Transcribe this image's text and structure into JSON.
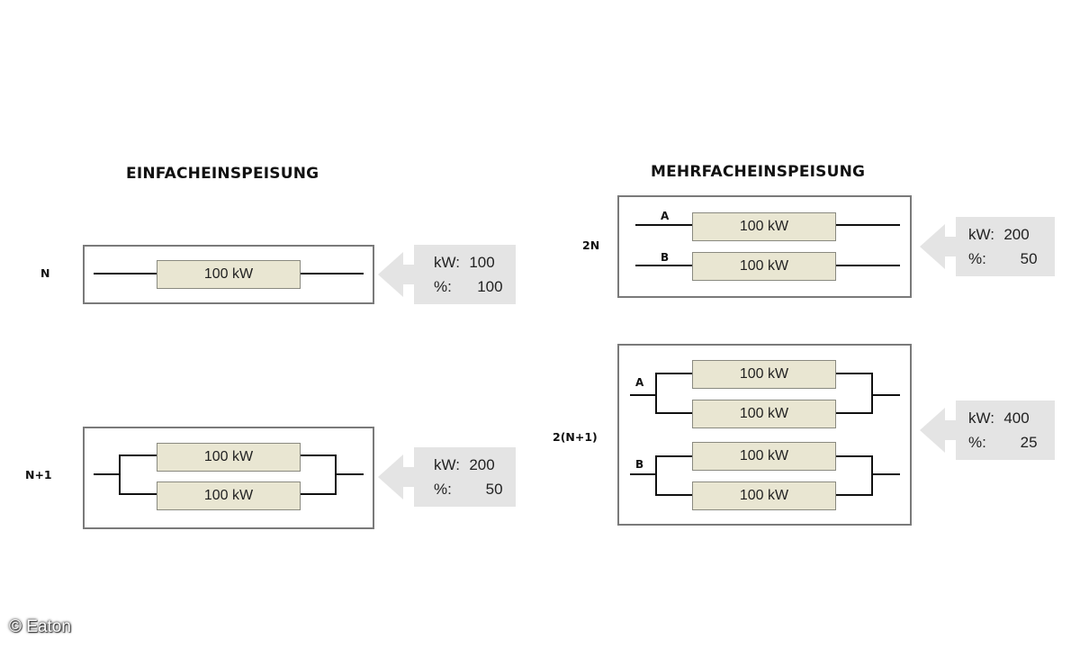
{
  "headings": {
    "single": "EINFACHEINSPEISUNG",
    "multi": "MEHRFACHEINSPEISUNG"
  },
  "configs": {
    "n": {
      "label": "N",
      "units": [
        "100 kW"
      ],
      "callout": {
        "kw_label": "kW:",
        "kw": "100",
        "pct_label": "%:",
        "pct": "100"
      }
    },
    "n1": {
      "label": "N+1",
      "units": [
        "100 kW",
        "100 kW"
      ],
      "callout": {
        "kw_label": "kW:",
        "kw": "200",
        "pct_label": "%:",
        "pct": "50"
      }
    },
    "two_n": {
      "label": "2N",
      "feeds": [
        "A",
        "B"
      ],
      "units": [
        "100 kW",
        "100 kW"
      ],
      "callout": {
        "kw_label": "kW:",
        "kw": "200",
        "pct_label": "%:",
        "pct": "50"
      }
    },
    "two_n1": {
      "label": "2(N+1)",
      "feeds": [
        "A",
        "B"
      ],
      "units": [
        "100 kW",
        "100 kW",
        "100 kW",
        "100 kW"
      ],
      "callout": {
        "kw_label": "kW:",
        "kw": "400",
        "pct_label": "%:",
        "pct": "25"
      }
    }
  },
  "copyright": "© Eaton",
  "colors": {
    "frame": "#7a7a7a",
    "ups_fill": "#e9e6d2",
    "callout_fill": "#e4e4e4",
    "arrow_fill": "#e4e4e4"
  },
  "icons": {
    "callout_arrow": "left-arrow-icon"
  }
}
